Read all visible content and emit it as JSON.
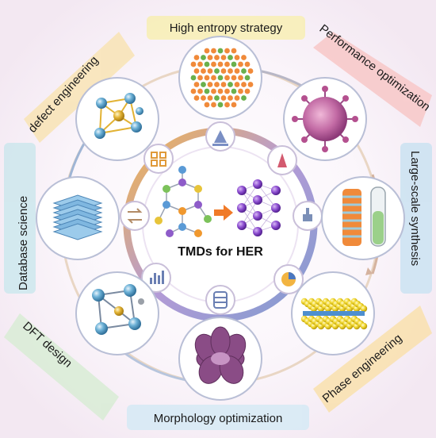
{
  "center": {
    "title": "TMDs for HER"
  },
  "strategies": {
    "high_entropy": "High entropy strategy",
    "performance": "Performance optimization",
    "large_scale": "Large-scale synthesis",
    "phase": "Phase engineering",
    "morphology": "Morphology optimization",
    "dft": "DFT design",
    "database": "Database science",
    "defect": "defect engineering"
  },
  "icons": [
    "lattice-icon",
    "virus-icon",
    "tubes-icon",
    "layered-sandwich-icon",
    "flower-icon",
    "crystal-icon",
    "stack-icon",
    "molecule-icon",
    "flask-icon",
    "triangle-flask-icon",
    "stamp-icon",
    "pie-chart-icon",
    "database-icon",
    "bar-chart-icon",
    "exchange-icon",
    "gear-network-icon",
    "neural-network-icon",
    "arrow-icon"
  ],
  "colors": {
    "ring_orange": "#f3b548",
    "ring_purple": "#9b8cc8",
    "ring_blue": "#7f9bd0",
    "node_purple": "#7b3fc1",
    "arrow_orange": "#f07a28"
  }
}
